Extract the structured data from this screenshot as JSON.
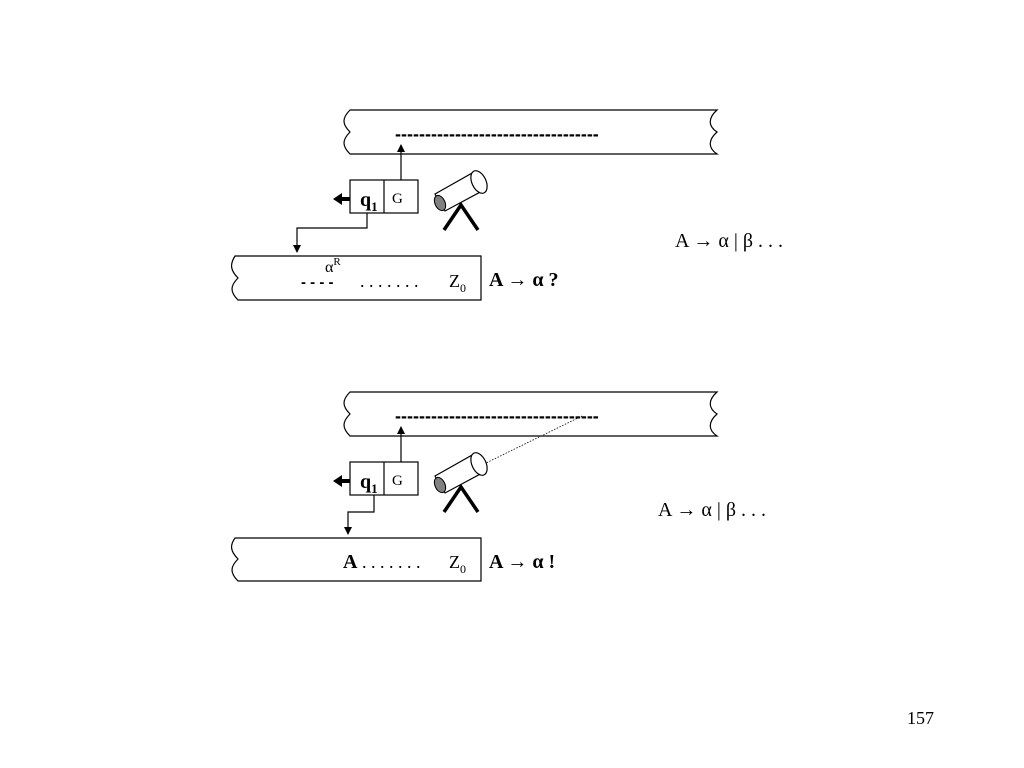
{
  "panels": [
    {
      "input_tape": "----------------------------------",
      "state": "q",
      "state_sub": "1",
      "control_symbol": "G",
      "stack_top_label": "α",
      "stack_top_sup": "R",
      "stack_top_dashes": "- - - -",
      "stack_dots": ". . . . . . .",
      "stack_bottom": "Z",
      "stack_bottom_sub": "0",
      "production_lhs": "A",
      "production_arrow": "→",
      "production_rhs": "α",
      "production_mark": "?",
      "grammar_rule": "A → α | β . . ."
    },
    {
      "input_tape": "----------------------------------",
      "state": "q",
      "state_sub": "1",
      "control_symbol": "G",
      "stack_top_symbol": "A",
      "stack_dots": " . . . . . . .",
      "stack_bottom": "Z",
      "stack_bottom_sub": "0",
      "production_lhs": "A",
      "production_arrow": "→",
      "production_rhs": "α",
      "production_mark": "!",
      "grammar_rule": "A → α | β . . ."
    }
  ],
  "page_number": "157"
}
